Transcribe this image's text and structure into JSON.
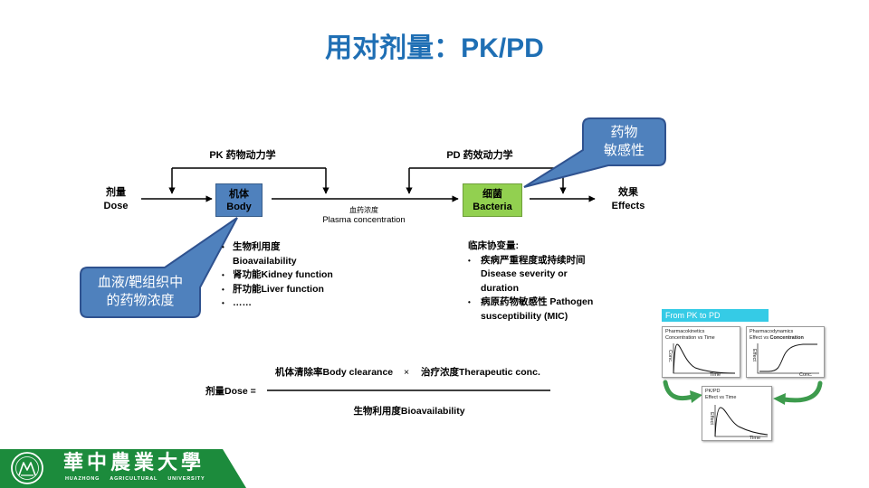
{
  "title": "用对剂量：PK/PD",
  "colors": {
    "title": "#1f6fb4",
    "body_box": "#4f81bd",
    "bacteria_box": "#92d050",
    "callout": "#4f81bd",
    "figure_header": "#35cbe6",
    "cycle_arrows": "#3d9b4d",
    "logo_band": "#1c8b3c"
  },
  "diagram": {
    "dose": {
      "zh": "剂量",
      "en": "Dose"
    },
    "body": {
      "zh": "机体",
      "en": "Body"
    },
    "bacteria": {
      "zh": "细菌",
      "en": "Bacteria"
    },
    "effects": {
      "zh": "效果",
      "en": "Effects"
    },
    "pk_label": "PK 药物动力学",
    "pd_label": "PD 药效动力学",
    "plasma": {
      "zh": "血药浓度",
      "en": "Plasma concentration"
    },
    "callout_sensitivity": [
      "药物",
      "敏感性"
    ],
    "callout_concentration": [
      "血液/靶组织中",
      "的药物浓度"
    ],
    "body_factors": [
      [
        "生物利用度",
        "Bioavailability"
      ],
      [
        "肾功能Kidney function"
      ],
      [
        "肝功能Liver function"
      ],
      [
        "……"
      ]
    ],
    "covariates_title": "临床协变量:",
    "covariates": [
      [
        "疾病严重程度或持续时间",
        "Disease severity or",
        "duration"
      ],
      [
        "病原药物敏感性 Pathogen",
        "susceptibility (MIC)"
      ]
    ]
  },
  "formula": {
    "lhs": "剂量Dose =",
    "numerator_a": "机体清除率Body clearance",
    "times": "×",
    "numerator_b": "治疗浓度Therapeutic conc.",
    "denominator": "生物利用度Bioavailability"
  },
  "figure": {
    "header": "From PK to PD",
    "panels": [
      {
        "title": "Pharmacokinetics",
        "subtitle": "Concentration vs Time",
        "ylabel": "Conc.",
        "xlabel": "Time"
      },
      {
        "title": "Pharmacodynamics",
        "subtitle_prefix": "Effect vs ",
        "subtitle_bold": "Concentration",
        "ylabel": "Effect",
        "xlabel": "Conc."
      },
      {
        "title": "PK/PD",
        "subtitle": "Effect vs Time",
        "ylabel": "Effect",
        "xlabel": "Time"
      }
    ]
  },
  "logo": {
    "name_zh": "華中農業大學",
    "name_en": "HUAZHONG AGRICULTURAL UNIVERSITY"
  }
}
